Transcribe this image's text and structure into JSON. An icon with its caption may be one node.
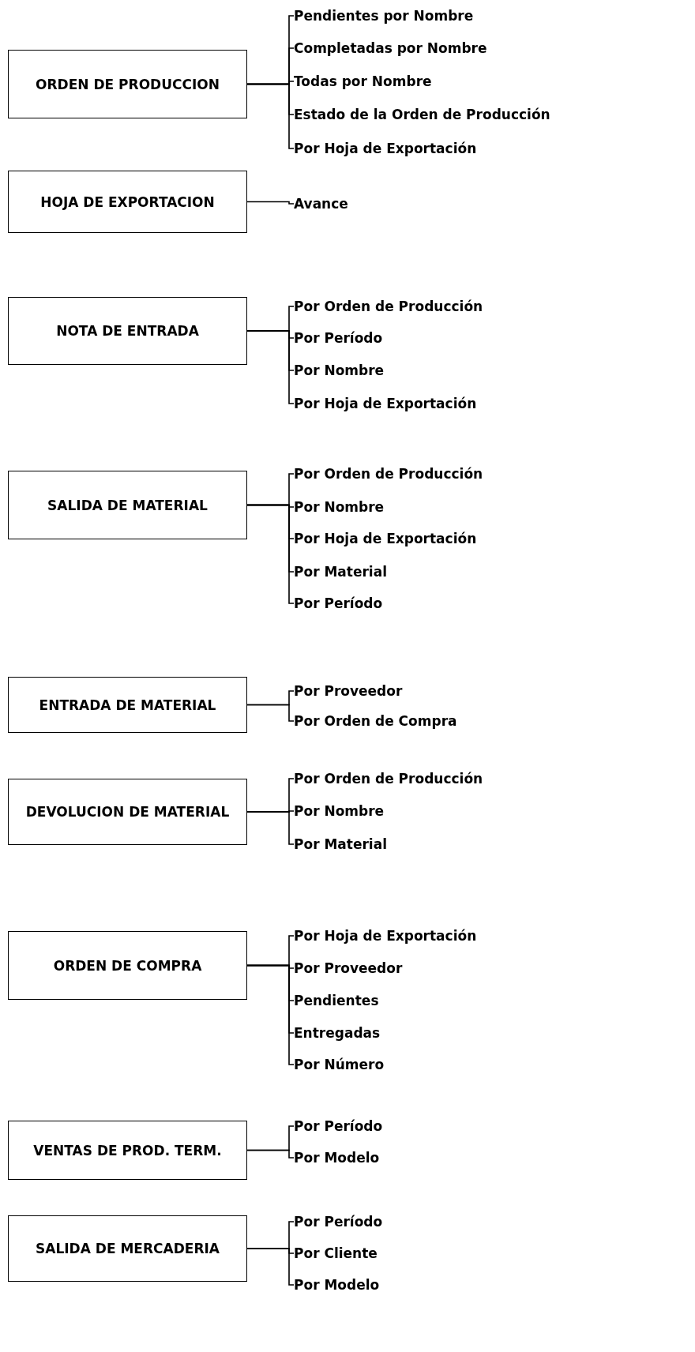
{
  "diagram": {
    "nodes": [
      {
        "text": [
          "ORDEN DE PRODUCCION"
        ]
      },
      {
        "text": [
          "Pendientes por Nombre"
        ]
      },
      {
        "text": [
          "Completadas por Nombre"
        ]
      },
      {
        "text": [
          "Todas por Nombre"
        ]
      },
      {
        "text": [
          "Estado de la Orden de Producción"
        ]
      },
      {
        "text": [
          "Por Hoja de Exportación"
        ]
      },
      {
        "text": [
          "HOJA DE EXPORTACION"
        ]
      },
      {
        "text": [
          "Avance"
        ]
      },
      {
        "text": [
          "NOTA DE ENTRADA"
        ]
      },
      {
        "text": [
          "Por Orden de Producción"
        ]
      },
      {
        "text": [
          "Por Período"
        ]
      },
      {
        "text": [
          "Por Nombre"
        ]
      },
      {
        "text": [
          "Por Hoja de Exportación"
        ]
      },
      {
        "text": [
          "SALIDA DE MATERIAL"
        ]
      },
      {
        "text": [
          "Por Orden de Producción"
        ]
      },
      {
        "text": [
          "Por Nombre"
        ]
      },
      {
        "text": [
          "Por Hoja de Exportación"
        ]
      },
      {
        "text": [
          "Por Material"
        ]
      },
      {
        "text": [
          "Por Período"
        ]
      },
      {
        "text": [
          "ENTRADA DE MATERIAL"
        ]
      },
      {
        "text": [
          "Por Proveedor"
        ]
      },
      {
        "text": [
          "Por Orden de Compra"
        ]
      },
      {
        "text": [
          "DEVOLUCION DE MATERIAL"
        ]
      },
      {
        "text": [
          "Por Orden de Producción"
        ]
      },
      {
        "text": [
          "Por Nombre"
        ]
      },
      {
        "text": [
          "Por Material"
        ]
      },
      {
        "text": [
          "ORDEN DE COMPRA"
        ]
      },
      {
        "text": [
          "Por Hoja de Exportación"
        ]
      },
      {
        "text": [
          "Por Proveedor"
        ]
      },
      {
        "text": [
          "Pendientes"
        ]
      },
      {
        "text": [
          "Entregadas"
        ]
      },
      {
        "text": [
          "Por Número"
        ]
      },
      {
        "text": [
          "VENTAS DE PROD. TERM."
        ]
      },
      {
        "text": [
          "Por Período"
        ]
      },
      {
        "text": [
          "Por Modelo"
        ]
      },
      {
        "text": [
          "SALIDA DE MERCADERIA"
        ]
      },
      {
        "text": [
          "Por Período"
        ]
      },
      {
        "text": [
          "Por Cliente"
        ]
      },
      {
        "text": [
          "Por Modelo"
        ]
      }
    ],
    "edges": [
      {
        "from": 0,
        "to": 1,
        "arrow": "none"
      },
      {
        "from": 0,
        "to": 2,
        "arrow": "none"
      },
      {
        "from": 0,
        "to": 3,
        "arrow": "none"
      },
      {
        "from": 0,
        "to": 4,
        "arrow": "none"
      },
      {
        "from": 0,
        "to": 5,
        "arrow": "none"
      },
      {
        "from": 6,
        "to": 7,
        "arrow": "none"
      },
      {
        "from": 8,
        "to": 9,
        "arrow": "none"
      },
      {
        "from": 8,
        "to": 10,
        "arrow": "none"
      },
      {
        "from": 8,
        "to": 11,
        "arrow": "none"
      },
      {
        "from": 8,
        "to": 12,
        "arrow": "none"
      },
      {
        "from": 13,
        "to": 14,
        "arrow": "none"
      },
      {
        "from": 13,
        "to": 15,
        "arrow": "none"
      },
      {
        "from": 13,
        "to": 16,
        "arrow": "none"
      },
      {
        "from": 13,
        "to": 17,
        "arrow": "none"
      },
      {
        "from": 13,
        "to": 18,
        "arrow": "none"
      },
      {
        "from": 19,
        "to": 20,
        "arrow": "none"
      },
      {
        "from": 19,
        "to": 21,
        "arrow": "none"
      },
      {
        "from": 22,
        "to": 23,
        "arrow": "none"
      },
      {
        "from": 22,
        "to": 24,
        "arrow": "none"
      },
      {
        "from": 22,
        "to": 25,
        "arrow": "none"
      },
      {
        "from": 26,
        "to": 27,
        "arrow": "none"
      },
      {
        "from": 26,
        "to": 28,
        "arrow": "none"
      },
      {
        "from": 26,
        "to": 29,
        "arrow": "none"
      },
      {
        "from": 26,
        "to": 30,
        "arrow": "none"
      },
      {
        "from": 26,
        "to": 31,
        "arrow": "none"
      },
      {
        "from": 32,
        "to": 33,
        "arrow": "none"
      },
      {
        "from": 32,
        "to": 34,
        "arrow": "none"
      },
      {
        "from": 35,
        "to": 36,
        "arrow": "none"
      },
      {
        "from": 35,
        "to": 37,
        "arrow": "none"
      },
      {
        "from": 35,
        "to": 38,
        "arrow": "none"
      }
    ]
  }
}
